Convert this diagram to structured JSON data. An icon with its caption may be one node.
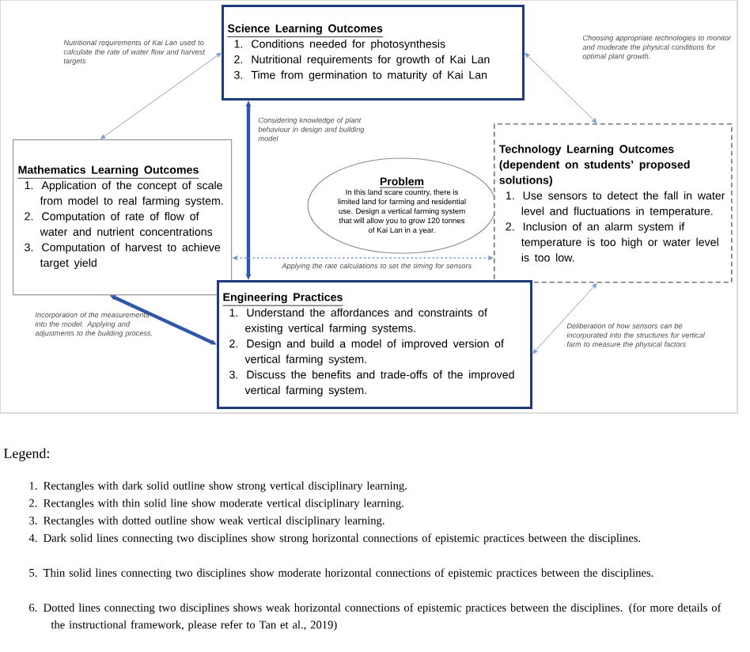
{
  "diagram": {
    "nodes": [
      {
        "text": [
          "Science Learning Outcomes",
          "1. Conditions needed for photosynthesis",
          "2. Nutritional requirements for growth of Kai Lan",
          "3. Time from germination to maturity of Kai Lan"
        ]
      },
      {
        "text": [
          "Mathematics Learning Outcomes",
          "1. Application of the concept of scale from model to real farming system.",
          "2. Computation of rate of flow of water and nutrient concentrations",
          "3. Computation of harvest to achieve target yield"
        ]
      },
      {
        "text": [
          "Problem",
          "In this land scare country, there is limited land for farming and residential use. Design a vertical farming system that will allow you to grow 120 tonnes of Kai Lan in a year."
        ]
      },
      {
        "text": [
          "Technology Learning Outcomes (dependent on students’ proposed solutions)",
          "1. Use sensors to detect the fall in water level and fluctuations in temperature.",
          "2. Inclusion of an alarm system if temperature is too high or water level is too low."
        ]
      },
      {
        "text": [
          "Engineering Practices",
          "1. Understand the affordances and constraints of existing vertical farming systems.",
          "2. Design and build a model of improved version of vertical farming system.",
          "3. Discuss the benefits and trade-offs of the improved vertical farming system."
        ]
      }
    ],
    "edges": [
      {
        "from": 0,
        "to": 1,
        "arrow": "both",
        "label": "Nutritional requirements of Kai Lan used to calculate the rate of water flow and harvest targets"
      },
      {
        "from": 0,
        "to": 3,
        "arrow": "both",
        "label": "Choosing appropriate technologies to monitor and moderate the physical conditions for optimal plant growth."
      },
      {
        "from": 0,
        "to": 4,
        "arrow": "both",
        "style": "thick",
        "color": "#2f56a8",
        "label": "Considering knowledge of plant behaviour in design and building model"
      },
      {
        "from": 1,
        "to": 3,
        "arrow": "both",
        "style": "dashed",
        "label": "Applying the rate calculations to set the timing for sensors"
      },
      {
        "from": 1,
        "to": 4,
        "arrow": "both",
        "style": "thick",
        "color": "#2f56a8",
        "label": "Incorporation of the measurements into the model. Applying and adjustments to the building process."
      },
      {
        "from": 3,
        "to": 4,
        "arrow": "both",
        "label": "Deliberation of how sensors can be incorporated into the structures for vertical farm to measure the physical factors"
      }
    ],
    "labels": [
      "Legend:",
      "1. Rectangles with dark solid outline show strong vertical disciplinary learning.",
      "2. Rectangles with thin solid line show moderate vertical disciplinary learning.",
      "3. Rectangles with dotted outline show weak vertical disciplinary learning.",
      "4. Dark solid lines connecting two disciplines show strong horizontal connections of epistemic practices between the disciplines.",
      "5. Thin solid lines connecting two disciplines show moderate horizontal connections of epistemic practices between the disciplines.",
      "6. Dotted lines connecting two disciplines shows weak horizontal connections of epistemic practices between the disciplines. (for more details of the instructional framework, please refer to Tan et al., 2019)"
    ]
  }
}
